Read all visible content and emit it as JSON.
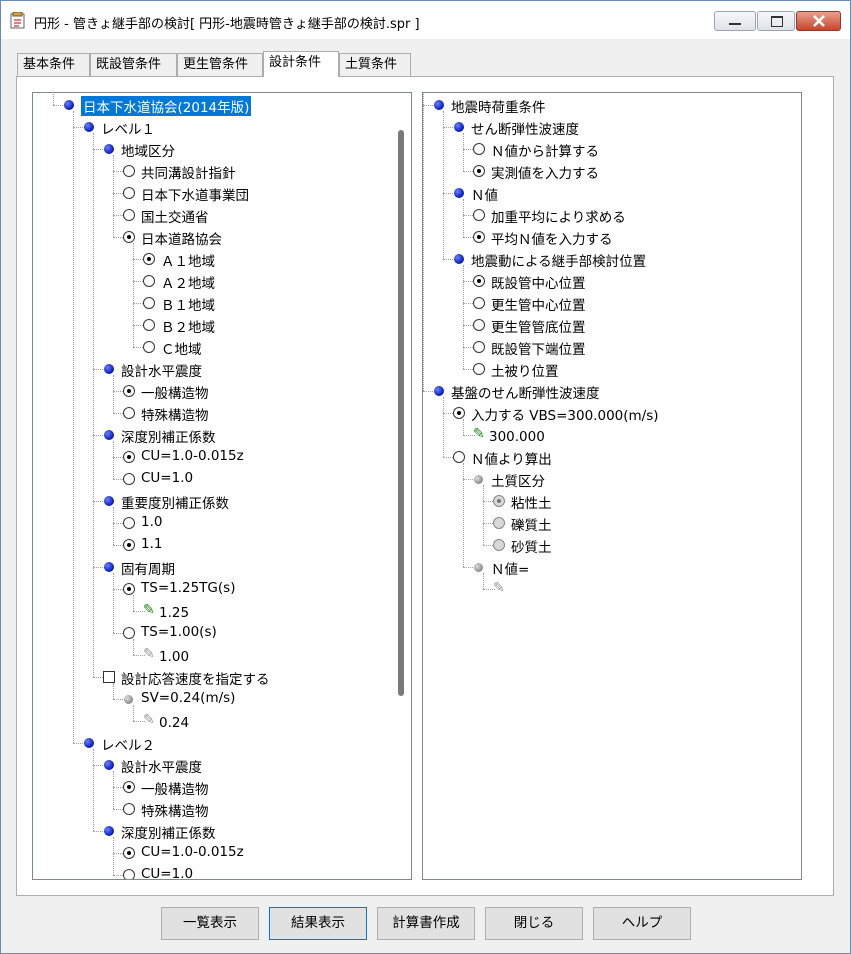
{
  "window": {
    "title": "円形 - 管きょ継手部の検討[ 円形-地震時管きょ継手部の検討.spr ]",
    "minimize_glyph": "—",
    "maximize_glyph": "☐",
    "close_glyph": "✕"
  },
  "tabs": [
    "基本条件",
    "既設管条件",
    "更生管条件",
    "設計条件",
    "土質条件"
  ],
  "active_tab_index": 3,
  "left_tree": [
    {
      "text": "日本下水道協会(2014年版)",
      "level": 0,
      "icon": "dot-blue",
      "selected": true
    },
    {
      "text": "レベル１",
      "level": 1,
      "icon": "dot-blue"
    },
    {
      "text": "地域区分",
      "level": 2,
      "icon": "dot-blue"
    },
    {
      "text": "共同溝設計指針",
      "level": 3,
      "icon": "radio-off"
    },
    {
      "text": "日本下水道事業団",
      "level": 3,
      "icon": "radio-off"
    },
    {
      "text": "国土交通省",
      "level": 3,
      "icon": "radio-off"
    },
    {
      "text": "日本道路協会",
      "level": 3,
      "icon": "radio-on"
    },
    {
      "text": "Ａ１地域",
      "level": 4,
      "icon": "radio-on"
    },
    {
      "text": "Ａ２地域",
      "level": 4,
      "icon": "radio-off"
    },
    {
      "text": "Ｂ１地域",
      "level": 4,
      "icon": "radio-off"
    },
    {
      "text": "Ｂ２地域",
      "level": 4,
      "icon": "radio-off"
    },
    {
      "text": "Ｃ地域",
      "level": 4,
      "icon": "radio-off"
    },
    {
      "text": "設計水平震度",
      "level": 2,
      "icon": "dot-blue"
    },
    {
      "text": "一般構造物",
      "level": 3,
      "icon": "radio-on"
    },
    {
      "text": "特殊構造物",
      "level": 3,
      "icon": "radio-off"
    },
    {
      "text": "深度別補正係数",
      "level": 2,
      "icon": "dot-blue"
    },
    {
      "text": "CU=1.0-0.015z",
      "level": 3,
      "icon": "radio-on"
    },
    {
      "text": "CU=1.0",
      "level": 3,
      "icon": "radio-off"
    },
    {
      "text": "重要度別補正係数",
      "level": 2,
      "icon": "dot-blue"
    },
    {
      "text": "1.0",
      "level": 3,
      "icon": "radio-off"
    },
    {
      "text": "1.1",
      "level": 3,
      "icon": "radio-on"
    },
    {
      "text": "固有周期",
      "level": 2,
      "icon": "dot-blue"
    },
    {
      "text": "TS=1.25TG(s)",
      "level": 3,
      "icon": "radio-on"
    },
    {
      "text": "1.25",
      "level": 4,
      "icon": "pen-green"
    },
    {
      "text": "TS=1.00(s)",
      "level": 3,
      "icon": "radio-off"
    },
    {
      "text": "1.00",
      "level": 4,
      "icon": "pen-gray"
    },
    {
      "text": "設計応答速度を指定する",
      "level": 2,
      "icon": "checkbox"
    },
    {
      "text": "SV=0.24(m/s)",
      "level": 3,
      "icon": "dot-gray"
    },
    {
      "text": "0.24",
      "level": 4,
      "icon": "pen-gray"
    },
    {
      "text": "レベル２",
      "level": 1,
      "icon": "dot-blue"
    },
    {
      "text": "設計水平震度",
      "level": 2,
      "icon": "dot-blue"
    },
    {
      "text": "一般構造物",
      "level": 3,
      "icon": "radio-on"
    },
    {
      "text": "特殊構造物",
      "level": 3,
      "icon": "radio-off"
    },
    {
      "text": "深度別補正係数",
      "level": 2,
      "icon": "dot-blue"
    },
    {
      "text": "CU=1.0-0.015z",
      "level": 3,
      "icon": "radio-on"
    },
    {
      "text": "CU=1.0",
      "level": 3,
      "icon": "radio-off"
    }
  ],
  "right_tree": [
    {
      "text": "地震時荷重条件",
      "level": 0,
      "icon": "dot-blue"
    },
    {
      "text": "せん断弾性波速度",
      "level": 1,
      "icon": "dot-blue"
    },
    {
      "text": "Ｎ値から計算する",
      "level": 2,
      "icon": "radio-off"
    },
    {
      "text": "実測値を入力する",
      "level": 2,
      "icon": "radio-on"
    },
    {
      "text": "Ｎ値",
      "level": 1,
      "icon": "dot-blue"
    },
    {
      "text": "加重平均により求める",
      "level": 2,
      "icon": "radio-off"
    },
    {
      "text": "平均Ｎ値を入力する",
      "level": 2,
      "icon": "radio-on"
    },
    {
      "text": "地震動による継手部検討位置",
      "level": 1,
      "icon": "dot-blue"
    },
    {
      "text": "既設管中心位置",
      "level": 2,
      "icon": "radio-on"
    },
    {
      "text": "更生管中心位置",
      "level": 2,
      "icon": "radio-off"
    },
    {
      "text": "更生管管底位置",
      "level": 2,
      "icon": "radio-off"
    },
    {
      "text": "既設管下端位置",
      "level": 2,
      "icon": "radio-off"
    },
    {
      "text": "土被り位置",
      "level": 2,
      "icon": "radio-off"
    },
    {
      "text": "基盤のせん断弾性波速度",
      "level": 0,
      "icon": "dot-blue"
    },
    {
      "text": "入力する VBS=300.000(m/s)",
      "level": 1,
      "icon": "radio-on"
    },
    {
      "text": "300.000",
      "level": 2,
      "icon": "pen-green"
    },
    {
      "text": "Ｎ値より算出",
      "level": 1,
      "icon": "radio-off"
    },
    {
      "text": "土質区分",
      "level": 2,
      "icon": "dot-gray"
    },
    {
      "text": "粘性土",
      "level": 3,
      "icon": "radio-gray-on"
    },
    {
      "text": "礫質土",
      "level": 3,
      "icon": "radio-gray-off"
    },
    {
      "text": "砂質土",
      "level": 3,
      "icon": "radio-gray-off"
    },
    {
      "text": "Ｎ値=",
      "level": 2,
      "icon": "dot-gray"
    },
    {
      "text": "",
      "level": 3,
      "icon": "pen-gray"
    }
  ],
  "buttons": [
    "一覧表示",
    "結果表示",
    "計算書作成",
    "閉じる",
    "ヘルプ"
  ],
  "default_button_index": 1,
  "pen_glyph": "✎",
  "colors": {
    "selection": "#0078d7",
    "node_blue": "#0a1fb3",
    "pen_green": "#1a8a1a"
  }
}
